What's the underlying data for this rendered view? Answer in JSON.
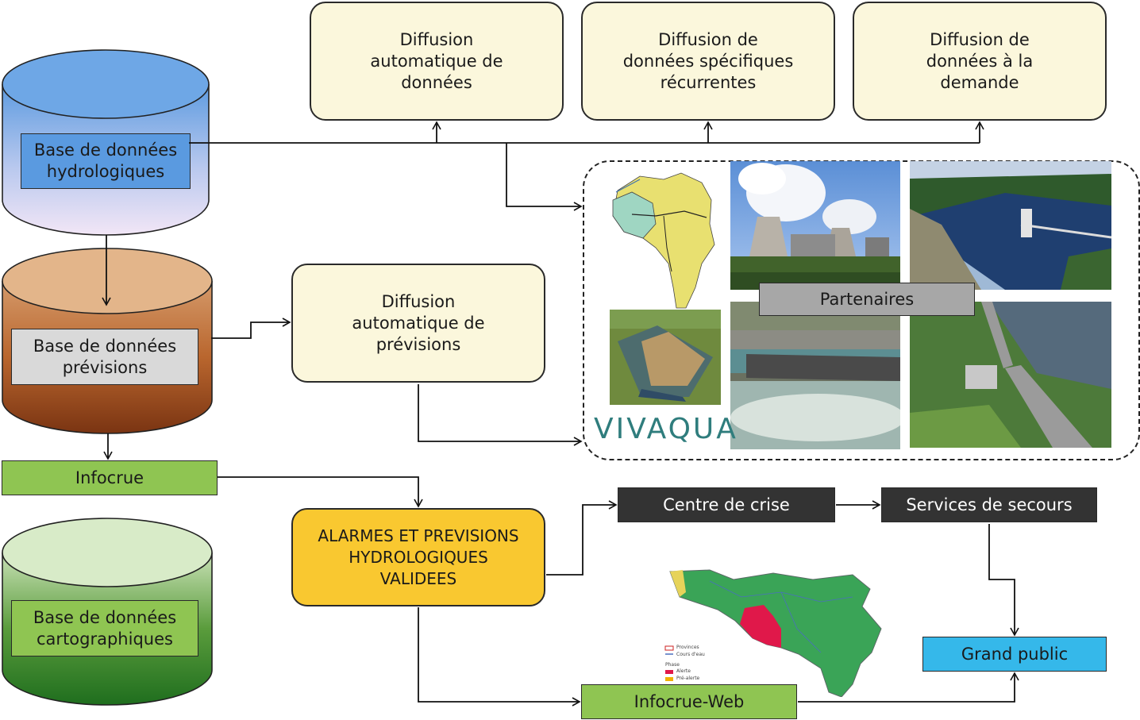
{
  "databases": {
    "hydro": "Base de données\nhydrologiques",
    "previsions": "Base de données\nprévisions",
    "carto": "Base de données\ncartographiques"
  },
  "diffusion": {
    "auto_donnees": "Diffusion\nautomatique de\ndonnées",
    "specifiques": "Diffusion de\ndonnées spécifiques\nrécurrentes",
    "demande": "Diffusion de\ndonnées à la\ndemande",
    "auto_previsions": "Diffusion\nautomatique de\nprévisions"
  },
  "partners": {
    "label": "Partenaires",
    "logo": "VIVAQUA"
  },
  "infocrue": "Infocrue",
  "alarms": "ALARMES  ET PREVISIONS\nHYDROLOGIQUES\nVALIDEES",
  "centre_crise": "Centre de crise",
  "services_secours": "Services de secours",
  "grand_public": "Grand public",
  "infocrue_web": "Infocrue-Web",
  "map_legend": {
    "provinces": "Provinces",
    "cours_eau": "Cours d'eau",
    "phase": "Phase",
    "alerte": "Alerte",
    "pre_alerte": "Pré-alerte"
  },
  "colors": {
    "cream": "#fbf7dc",
    "green": "#8fc552",
    "dark": "#333333",
    "blue": "#35b8ea",
    "yellow": "#f9c830",
    "grey": "#a7a7a7"
  }
}
